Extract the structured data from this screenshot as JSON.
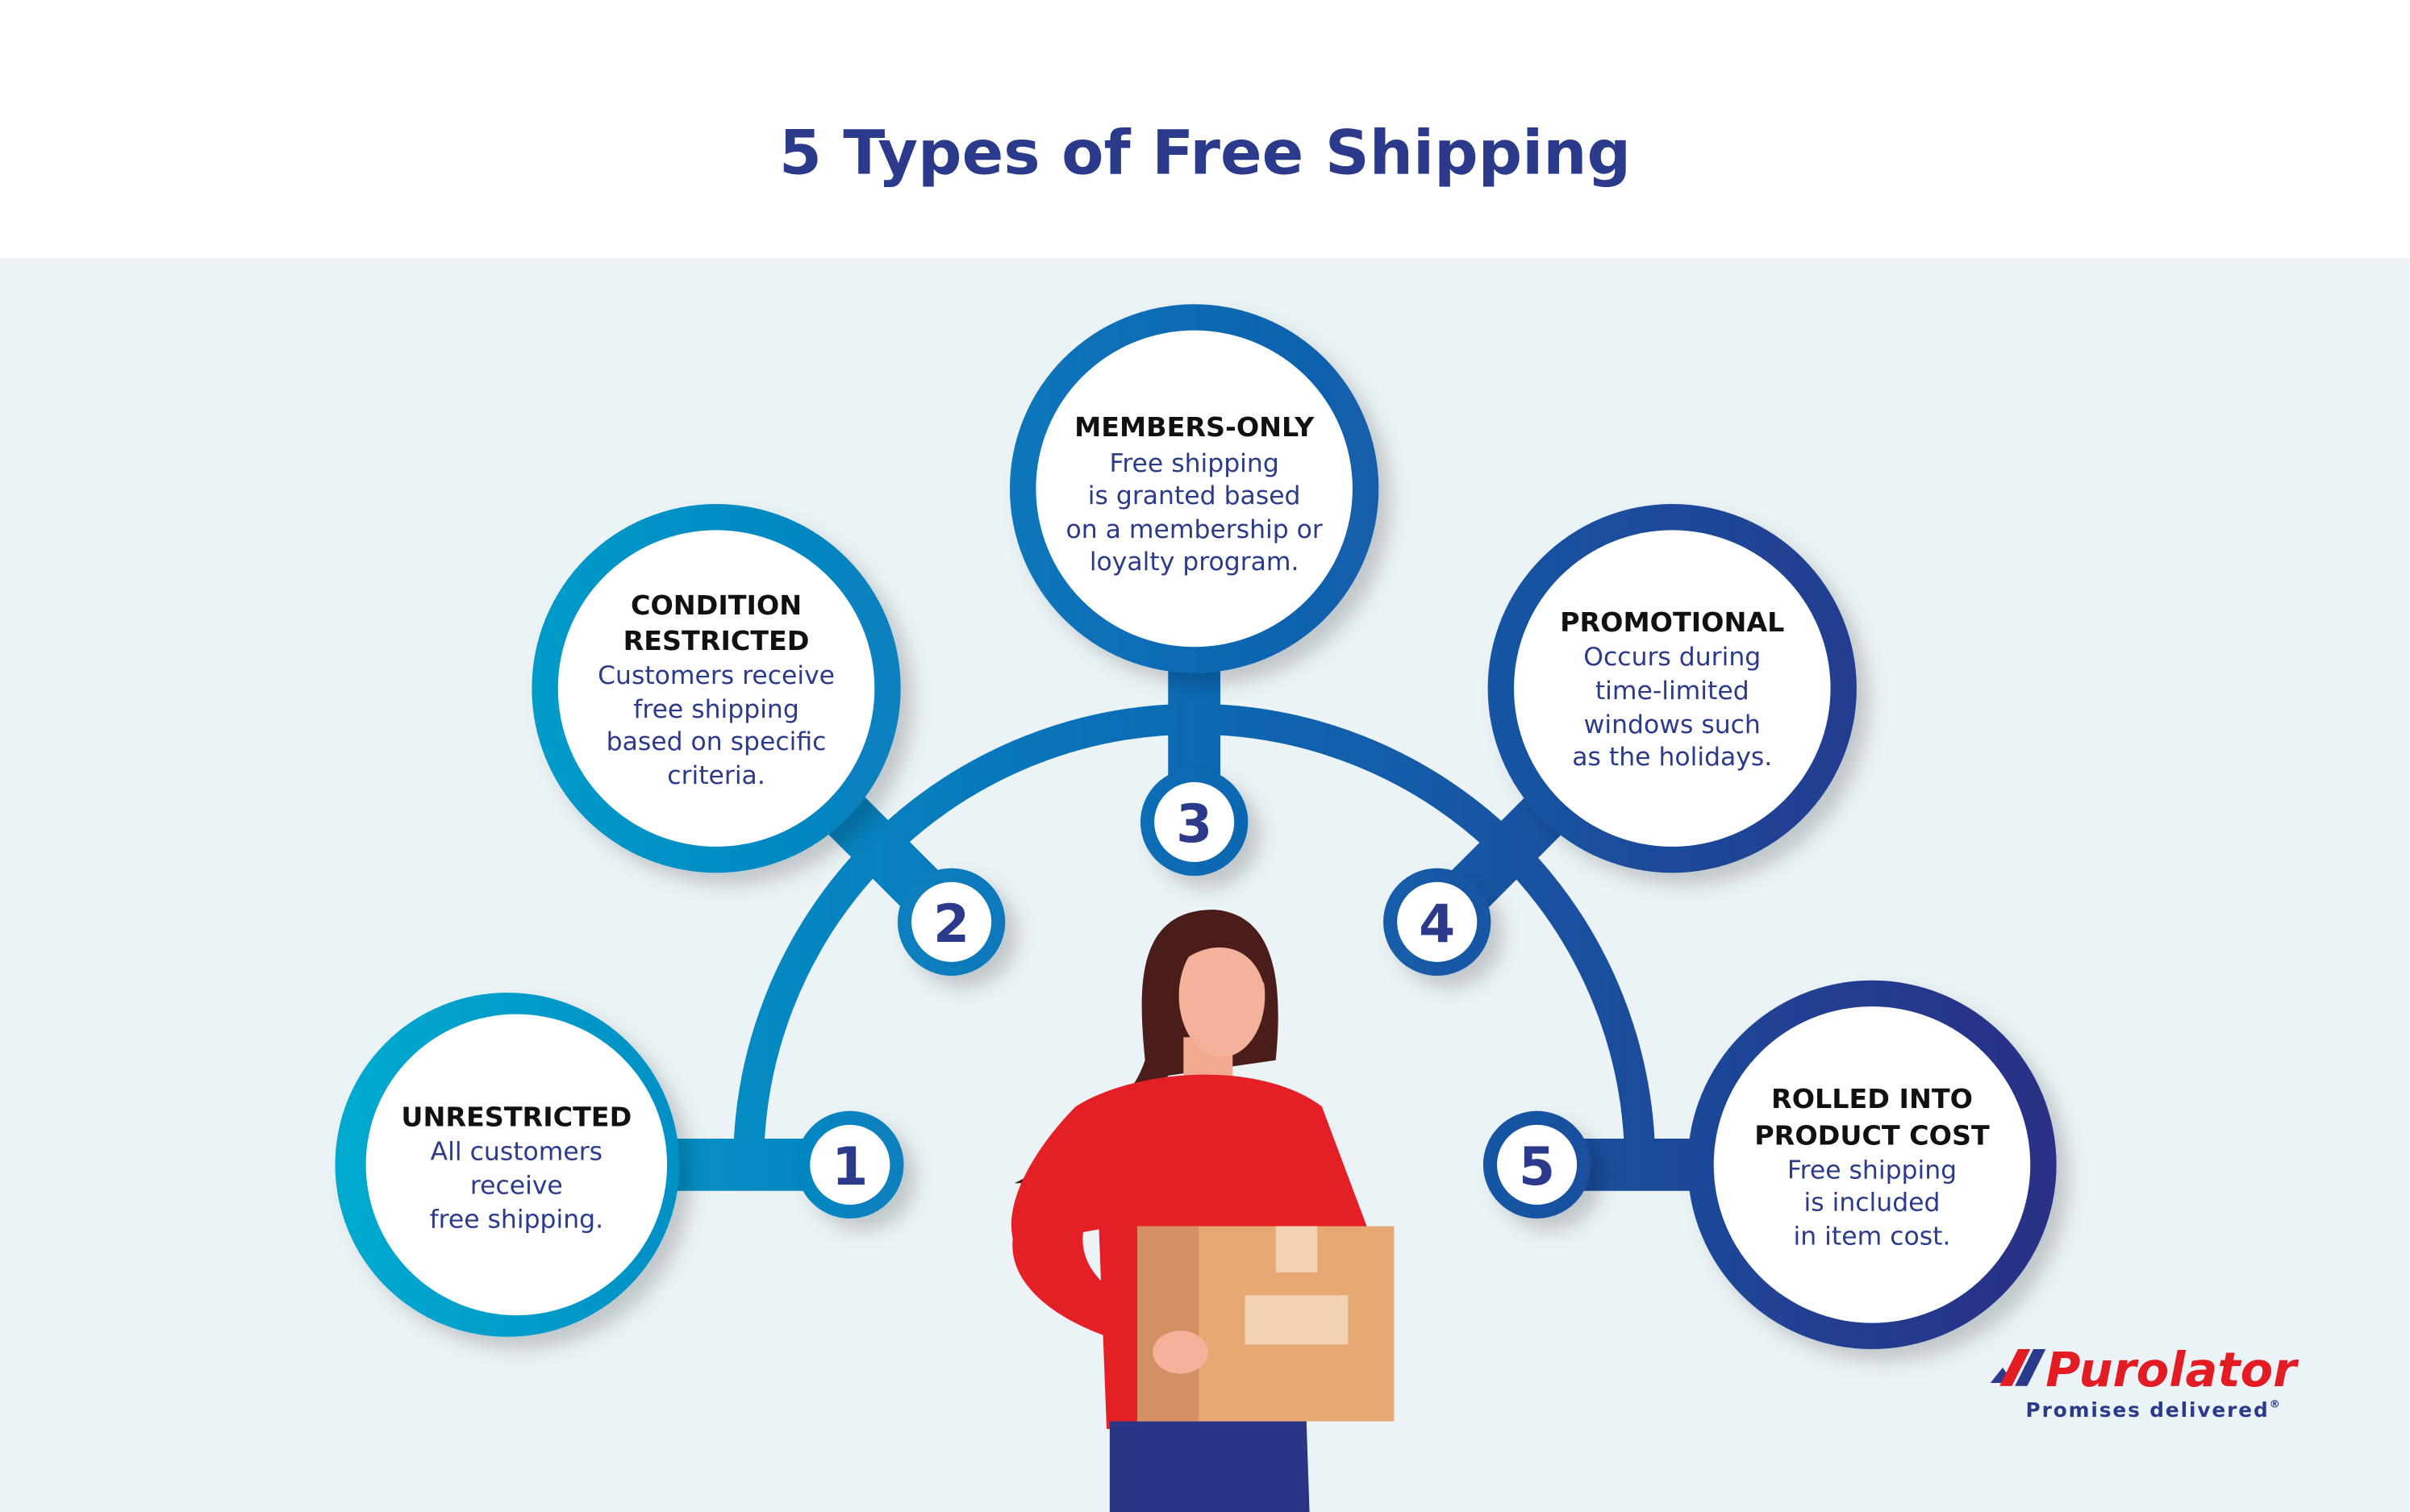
{
  "title": "5 Types of Free Shipping",
  "colors": {
    "accent_start": "#00aacf",
    "accent_end": "#2a2f85",
    "text": "#2b3a8a",
    "background": "#ebf3f7",
    "brand_red": "#e31b23"
  },
  "items": [
    {
      "number": "1",
      "heading": [
        "UNRESTRICTED"
      ],
      "body": [
        "All customers",
        "receive",
        "free shipping."
      ]
    },
    {
      "number": "2",
      "heading": [
        "CONDITION",
        "RESTRICTED"
      ],
      "body": [
        "Customers receive",
        "free shipping",
        "based on specific",
        "criteria."
      ]
    },
    {
      "number": "3",
      "heading": [
        "MEMBERS-ONLY"
      ],
      "body": [
        "Free shipping",
        "is granted based",
        "on a membership or",
        "loyalty program."
      ]
    },
    {
      "number": "4",
      "heading": [
        "PROMOTIONAL"
      ],
      "body": [
        "Occurs during",
        "time-limited",
        "windows such",
        "as the holidays."
      ]
    },
    {
      "number": "5",
      "heading": [
        "ROLLED INTO",
        "PRODUCT COST"
      ],
      "body": [
        "Free shipping",
        "is included",
        "in item cost."
      ]
    }
  ],
  "logo": {
    "name": "Purolator",
    "tagline": "Promises delivered",
    "mark": "®"
  }
}
